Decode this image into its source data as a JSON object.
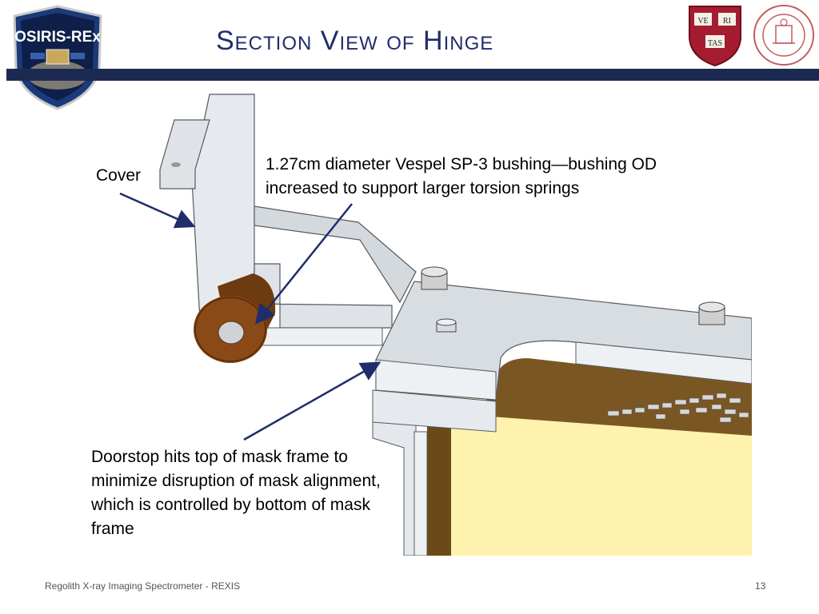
{
  "slide": {
    "title": "Section View of Hinge",
    "cover_label": "Cover",
    "bushing_label": "1.27cm diameter Vespel SP-3 bushing—bushing OD increased to support larger torsion springs",
    "doorstop_label": "Doorstop hits top of mask frame to minimize disruption of mask alignment, which is controlled by bottom of mask frame",
    "footer_left": "Regolith X-ray Imaging Spectrometer - REXIS",
    "page_number": "13"
  },
  "logos": {
    "osiris_text": "OSIRIS-REx",
    "harvard_cells": [
      "VE",
      "RI",
      "TAS"
    ]
  },
  "colors": {
    "title": "#1f2d6b",
    "title_bar": "#1c2a52",
    "arrow": "#1f2d6b",
    "part_gray": "#d8dde2",
    "part_edge": "#555a60",
    "bushing": "#8a4a17",
    "mask_yellow": "#fff2ae",
    "mask_brown": "#7a5722"
  }
}
